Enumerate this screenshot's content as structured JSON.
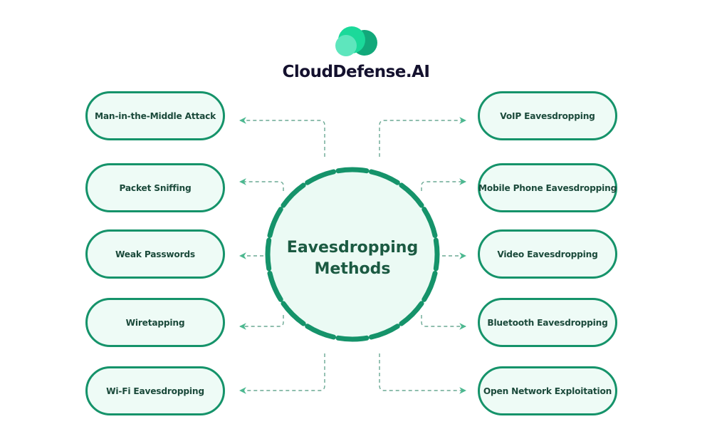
{
  "brand": {
    "name": "CloudDefense.AI",
    "logo_icon": "cloud-logo-icon",
    "colors": {
      "dark": "#12a87a",
      "mid": "#1bd99a",
      "light": "#5ee6bd"
    }
  },
  "diagram": {
    "center": {
      "line1": "Eavesdropping",
      "line2": "Methods"
    },
    "colors": {
      "accent": "#15936a",
      "pill_fill": "#eefbf6",
      "circle_fill": "#ebfaf4",
      "text": "#1b4a3b",
      "connector": "#5b9e86",
      "arrowhead": "#4cb890"
    },
    "left_methods": [
      {
        "label": "Man-in-the-Middle Attack"
      },
      {
        "label": "Packet Sniffing"
      },
      {
        "label": "Weak Passwords"
      },
      {
        "label": "Wiretapping"
      },
      {
        "label": "Wi-Fi Eavesdropping"
      }
    ],
    "right_methods": [
      {
        "label": "VoIP Eavesdropping"
      },
      {
        "label": "Mobile Phone Eavesdropping"
      },
      {
        "label": "Video Eavesdropping"
      },
      {
        "label": "Bluetooth Eavesdropping"
      },
      {
        "label": "Open Network Exploitation"
      }
    ]
  }
}
